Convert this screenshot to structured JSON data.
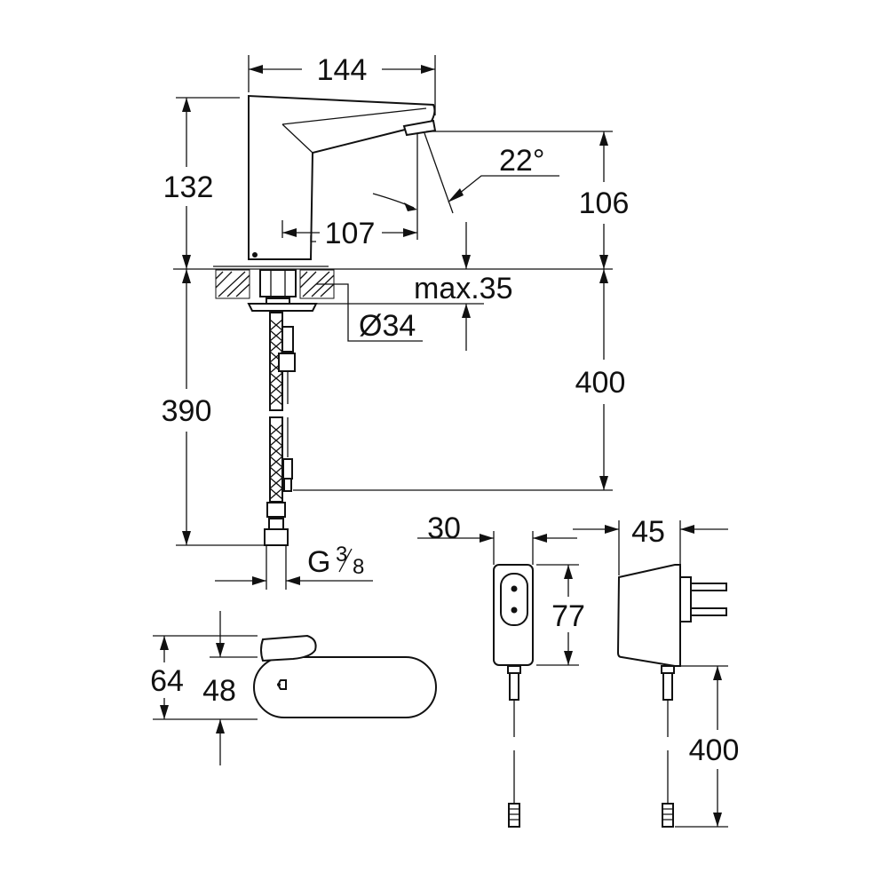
{
  "drawing": {
    "dims": {
      "spout_width": "144",
      "height_above_deck": "132",
      "spout_angle": "22°",
      "outlet_height": "106",
      "reach": "107",
      "max_deck_thickness": "max.35",
      "hole_diameter": "Ø34",
      "cable_length_mixer": "400",
      "hose_length": "390",
      "thread_main": "G",
      "thread_num": "3",
      "thread_den": "8",
      "psu_depth": "30",
      "psu_height": "77",
      "plug_depth": "45",
      "psu_cable_length": "400",
      "body_height": "64",
      "body_width": "48"
    }
  }
}
